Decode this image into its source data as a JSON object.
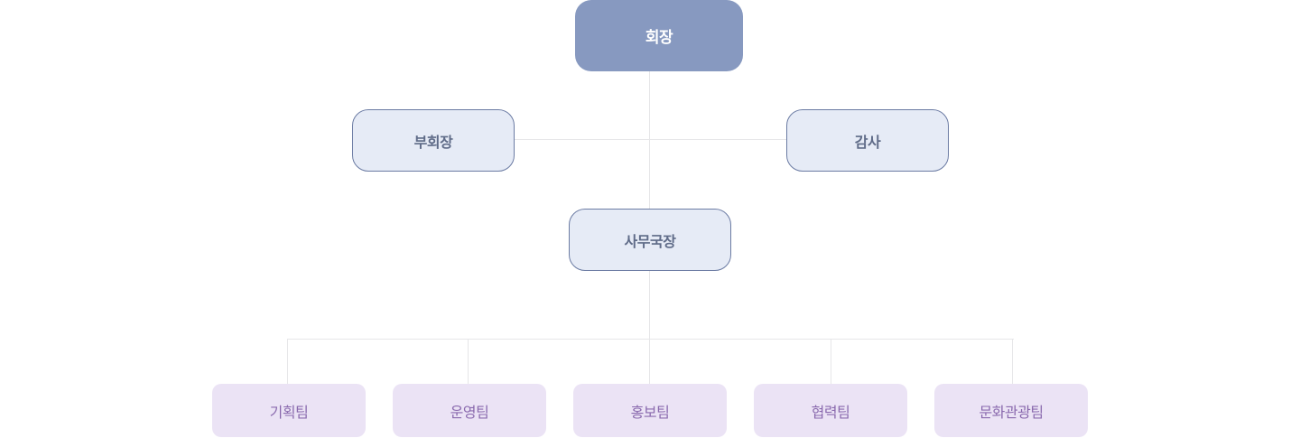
{
  "org_chart": {
    "president": {
      "label": "회장"
    },
    "vice_president": {
      "label": "부회장"
    },
    "auditor": {
      "label": "감사"
    },
    "secretary_general": {
      "label": "사무국장"
    },
    "teams": [
      {
        "label": "기획팀"
      },
      {
        "label": "운영팀"
      },
      {
        "label": "홍보팀"
      },
      {
        "label": "협력팀"
      },
      {
        "label": "문화관광팀"
      }
    ]
  },
  "colors": {
    "president_fill": "#8799c0",
    "mid_fill": "#e6ebf6",
    "mid_border": "#6b7ba3",
    "team_fill": "#ebe3f5",
    "team_text": "#8a6aae",
    "connector": "#e6e6e8"
  }
}
